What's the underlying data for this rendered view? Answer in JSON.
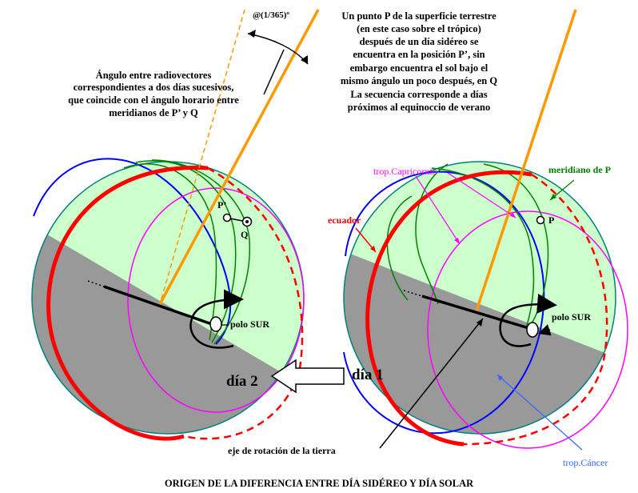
{
  "angle_symbol": "@",
  "angle_label": "(1/365)º",
  "angle_annotation": [
    "Ángulo entre radiovectores",
    "correspondientes a dos días sucesivos,",
    "que coincide con el ángulo horario entre",
    "meridianos de P’ y Q"
  ],
  "explanation": [
    "Un punto P  de la superficie terrestre",
    "(en este caso sobre el trópico)",
    "después de un día sidéreo se",
    "encuentra en la posición P’, sin",
    "embargo encuentra el sol bajo el",
    "mismo ángulo un poco después, en Q",
    "La secuencia corresponde a días",
    "próximos al equinoccio de verano"
  ],
  "labels": {
    "p_prime": "P’",
    "q": "Q",
    "p": "P",
    "polo_sur_left": "polo SUR",
    "polo_sur_right": "polo SUR",
    "dia2": "día 2",
    "dia1": "día 1",
    "ecuador": "ecuador",
    "trop_capricornio": "trop.Capricornio",
    "meridiano_p": "meridiano de P",
    "trop_cancer": "trop.Cáncer",
    "eje": "eje de rotación de la tierra",
    "footer": "ORIGEN DE LA DIFERENCIA ENTRE DÍA SIDÉREO Y DÍA SOLAR"
  },
  "colors": {
    "lit_hemisphere": "#ccffcc",
    "shadow": "#999999",
    "equator": "#ff0000",
    "tropic_capricorn": "#ff00ff",
    "tropic_cancer": "#0000ff",
    "meridian": "#008000",
    "sun_ray": "#ff9900",
    "label_green": "#008000",
    "label_magenta": "#ff00ff",
    "label_red": "#ff0000",
    "label_blue": "#3366ff"
  }
}
